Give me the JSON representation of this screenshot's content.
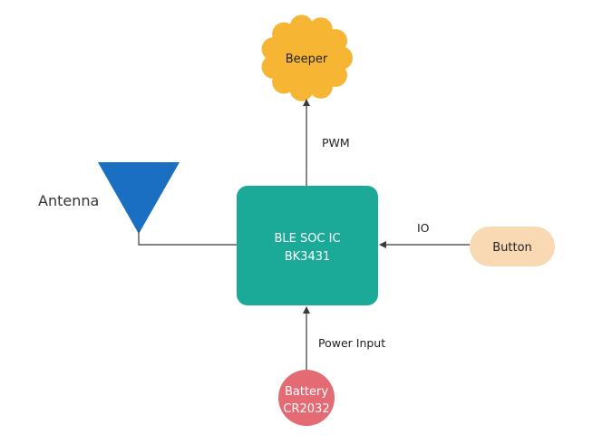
{
  "nodes": {
    "beeper": {
      "label": "Beeper",
      "color": "#F6B634"
    },
    "soc": {
      "line1": "BLE SOC IC",
      "line2": "BK3431",
      "color": "#1CAA98"
    },
    "button": {
      "label": "Button",
      "color": "#F9D8B4"
    },
    "battery": {
      "line1": "Battery",
      "line2": "CR2032",
      "color": "#E46B73"
    },
    "antenna": {
      "label": "Antenna",
      "color": "#1A6FC2"
    }
  },
  "edges": {
    "pwm": {
      "label": "PWM"
    },
    "io": {
      "label": "IO"
    },
    "power": {
      "label": "Power Input"
    }
  }
}
